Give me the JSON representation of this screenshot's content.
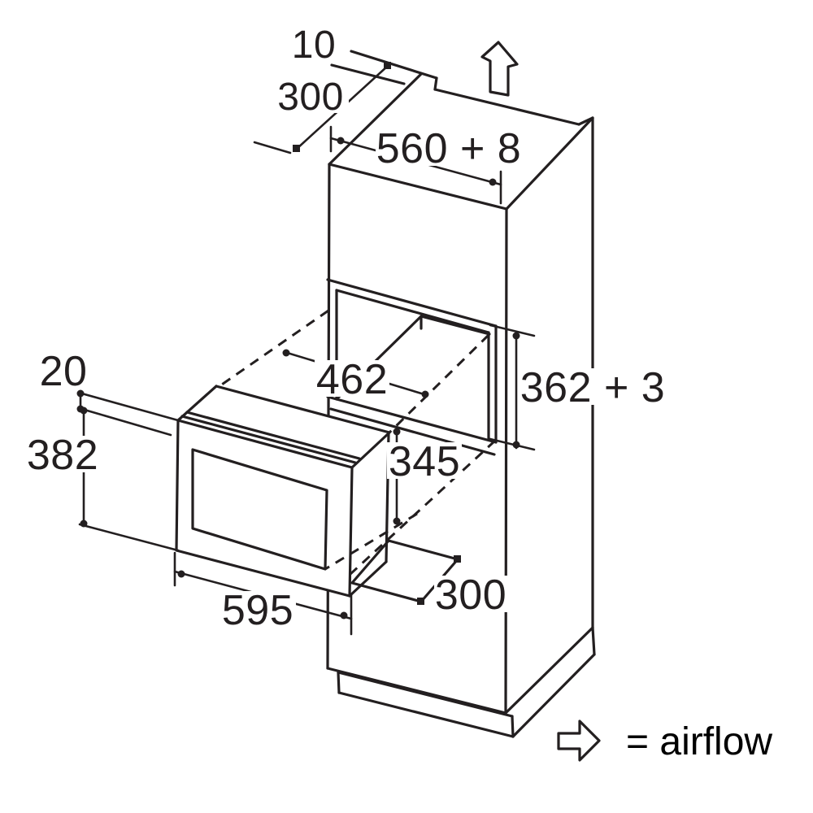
{
  "diagram": {
    "title": "built-in appliance niche installation drawing",
    "background_color": "#ffffff",
    "line_color": "#231f20",
    "dims": {
      "top_gap": "10",
      "top_depth": "300",
      "niche_width": "560 + 8",
      "rear_width": "462",
      "niche_height": "362 + 3",
      "body_depth": "345",
      "front_clearance": "20",
      "appliance_height": "382",
      "appliance_width": "595",
      "base_depth": "300"
    },
    "legend": {
      "label": "= airflow"
    }
  }
}
